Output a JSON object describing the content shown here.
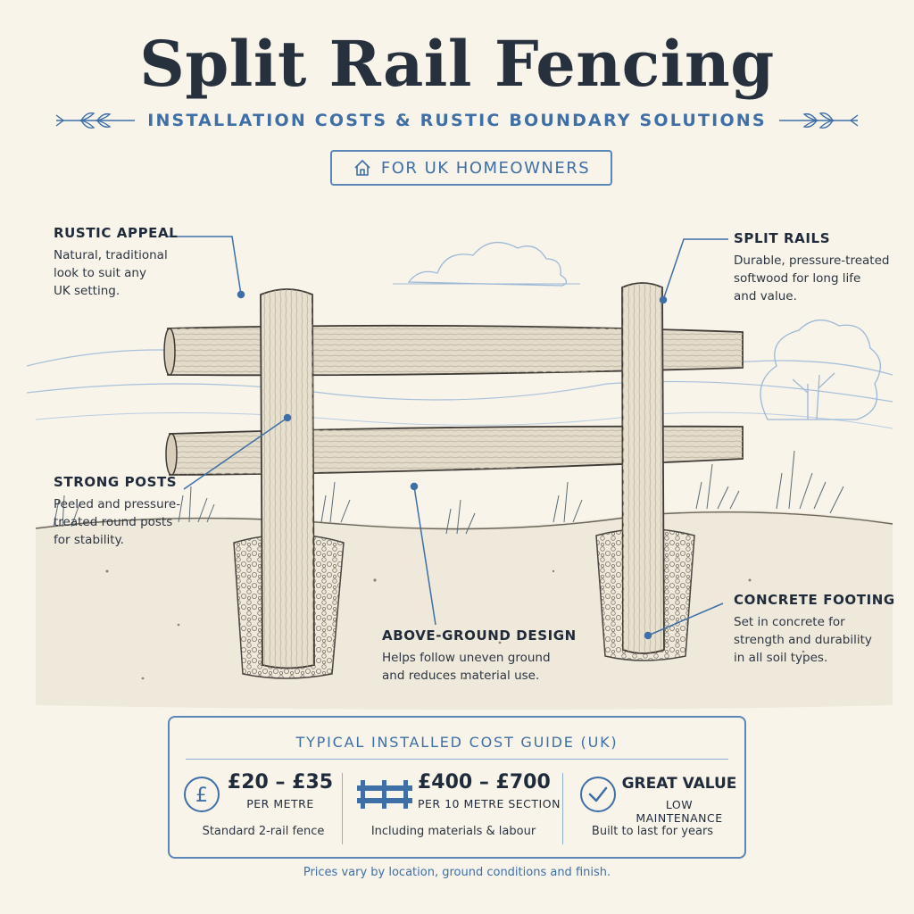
{
  "header": {
    "title": "Split Rail Fencing",
    "subtitle": "INSTALLATION COSTS & RUSTIC BOUNDARY SOLUTIONS",
    "badge": "FOR UK HOMEOWNERS"
  },
  "callouts": {
    "rustic_appeal": {
      "title": "RUSTIC APPEAL",
      "lines": [
        "Natural, traditional",
        "look to suit any",
        "UK setting."
      ]
    },
    "split_rails": {
      "title": "SPLIT RAILS",
      "lines": [
        "Durable, pressure-treated",
        "softwood for long life",
        "and value."
      ]
    },
    "strong_posts": {
      "title": "STRONG POSTS",
      "lines": [
        "Peeled and pressure-",
        "treated round posts",
        "for stability."
      ]
    },
    "concrete_footing": {
      "title": "CONCRETE FOOTING",
      "lines": [
        "Set in concrete for",
        "strength and durability",
        "in all soil types."
      ]
    },
    "above_ground": {
      "title": "ABOVE-GROUND DESIGN",
      "lines": [
        "Helps follow uneven ground",
        "and reduces material use."
      ]
    }
  },
  "cost_guide": {
    "heading": "TYPICAL INSTALLED COST GUIDE (UK)",
    "columns": [
      {
        "icon": "pound-icon",
        "value": "£20 – £35",
        "unit": "PER METRE",
        "note": "Standard 2-rail fence"
      },
      {
        "icon": "fence-icon",
        "value": "£400 – £700",
        "unit": "PER 10 METRE SECTION",
        "note": "Including materials & labour"
      },
      {
        "icon": "check-icon",
        "value": "GREAT VALUE",
        "unit": "LOW MAINTENANCE",
        "note": "Built to last for years"
      }
    ]
  },
  "footer": "Prices vary by location, ground conditions and finish.",
  "colors": {
    "accent": "#3e6fa6",
    "text": "#1f2a3a",
    "background": "#f8f4ea",
    "wood": "#e4dccb"
  }
}
